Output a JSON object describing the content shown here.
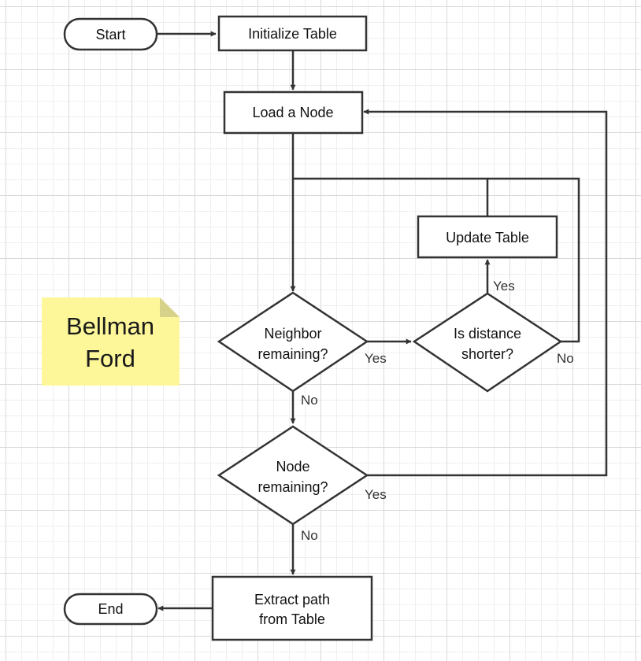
{
  "nodes": {
    "start": "Start",
    "init": "Initialize Table",
    "load": "Load a Node",
    "update": "Update Table",
    "neighbor": [
      "Neighbor",
      "remaining?"
    ],
    "distance": [
      "Is distance",
      "shorter?"
    ],
    "node_remaining": [
      "Node",
      "remaining?"
    ],
    "extract": [
      "Extract path",
      "from Table"
    ],
    "end": "End"
  },
  "edge_labels": {
    "neighbor_yes": "Yes",
    "neighbor_no": "No",
    "distance_yes": "Yes",
    "distance_no": "No",
    "node_yes": "Yes",
    "node_no": "No"
  },
  "note": {
    "lines": [
      "Bellman",
      "Ford"
    ],
    "color": "#fdf79a",
    "fold_color": "#d7d28a"
  },
  "colors": {
    "stroke": "#333333",
    "grid_major": "#d9d9d9",
    "grid_minor": "#efefef"
  }
}
